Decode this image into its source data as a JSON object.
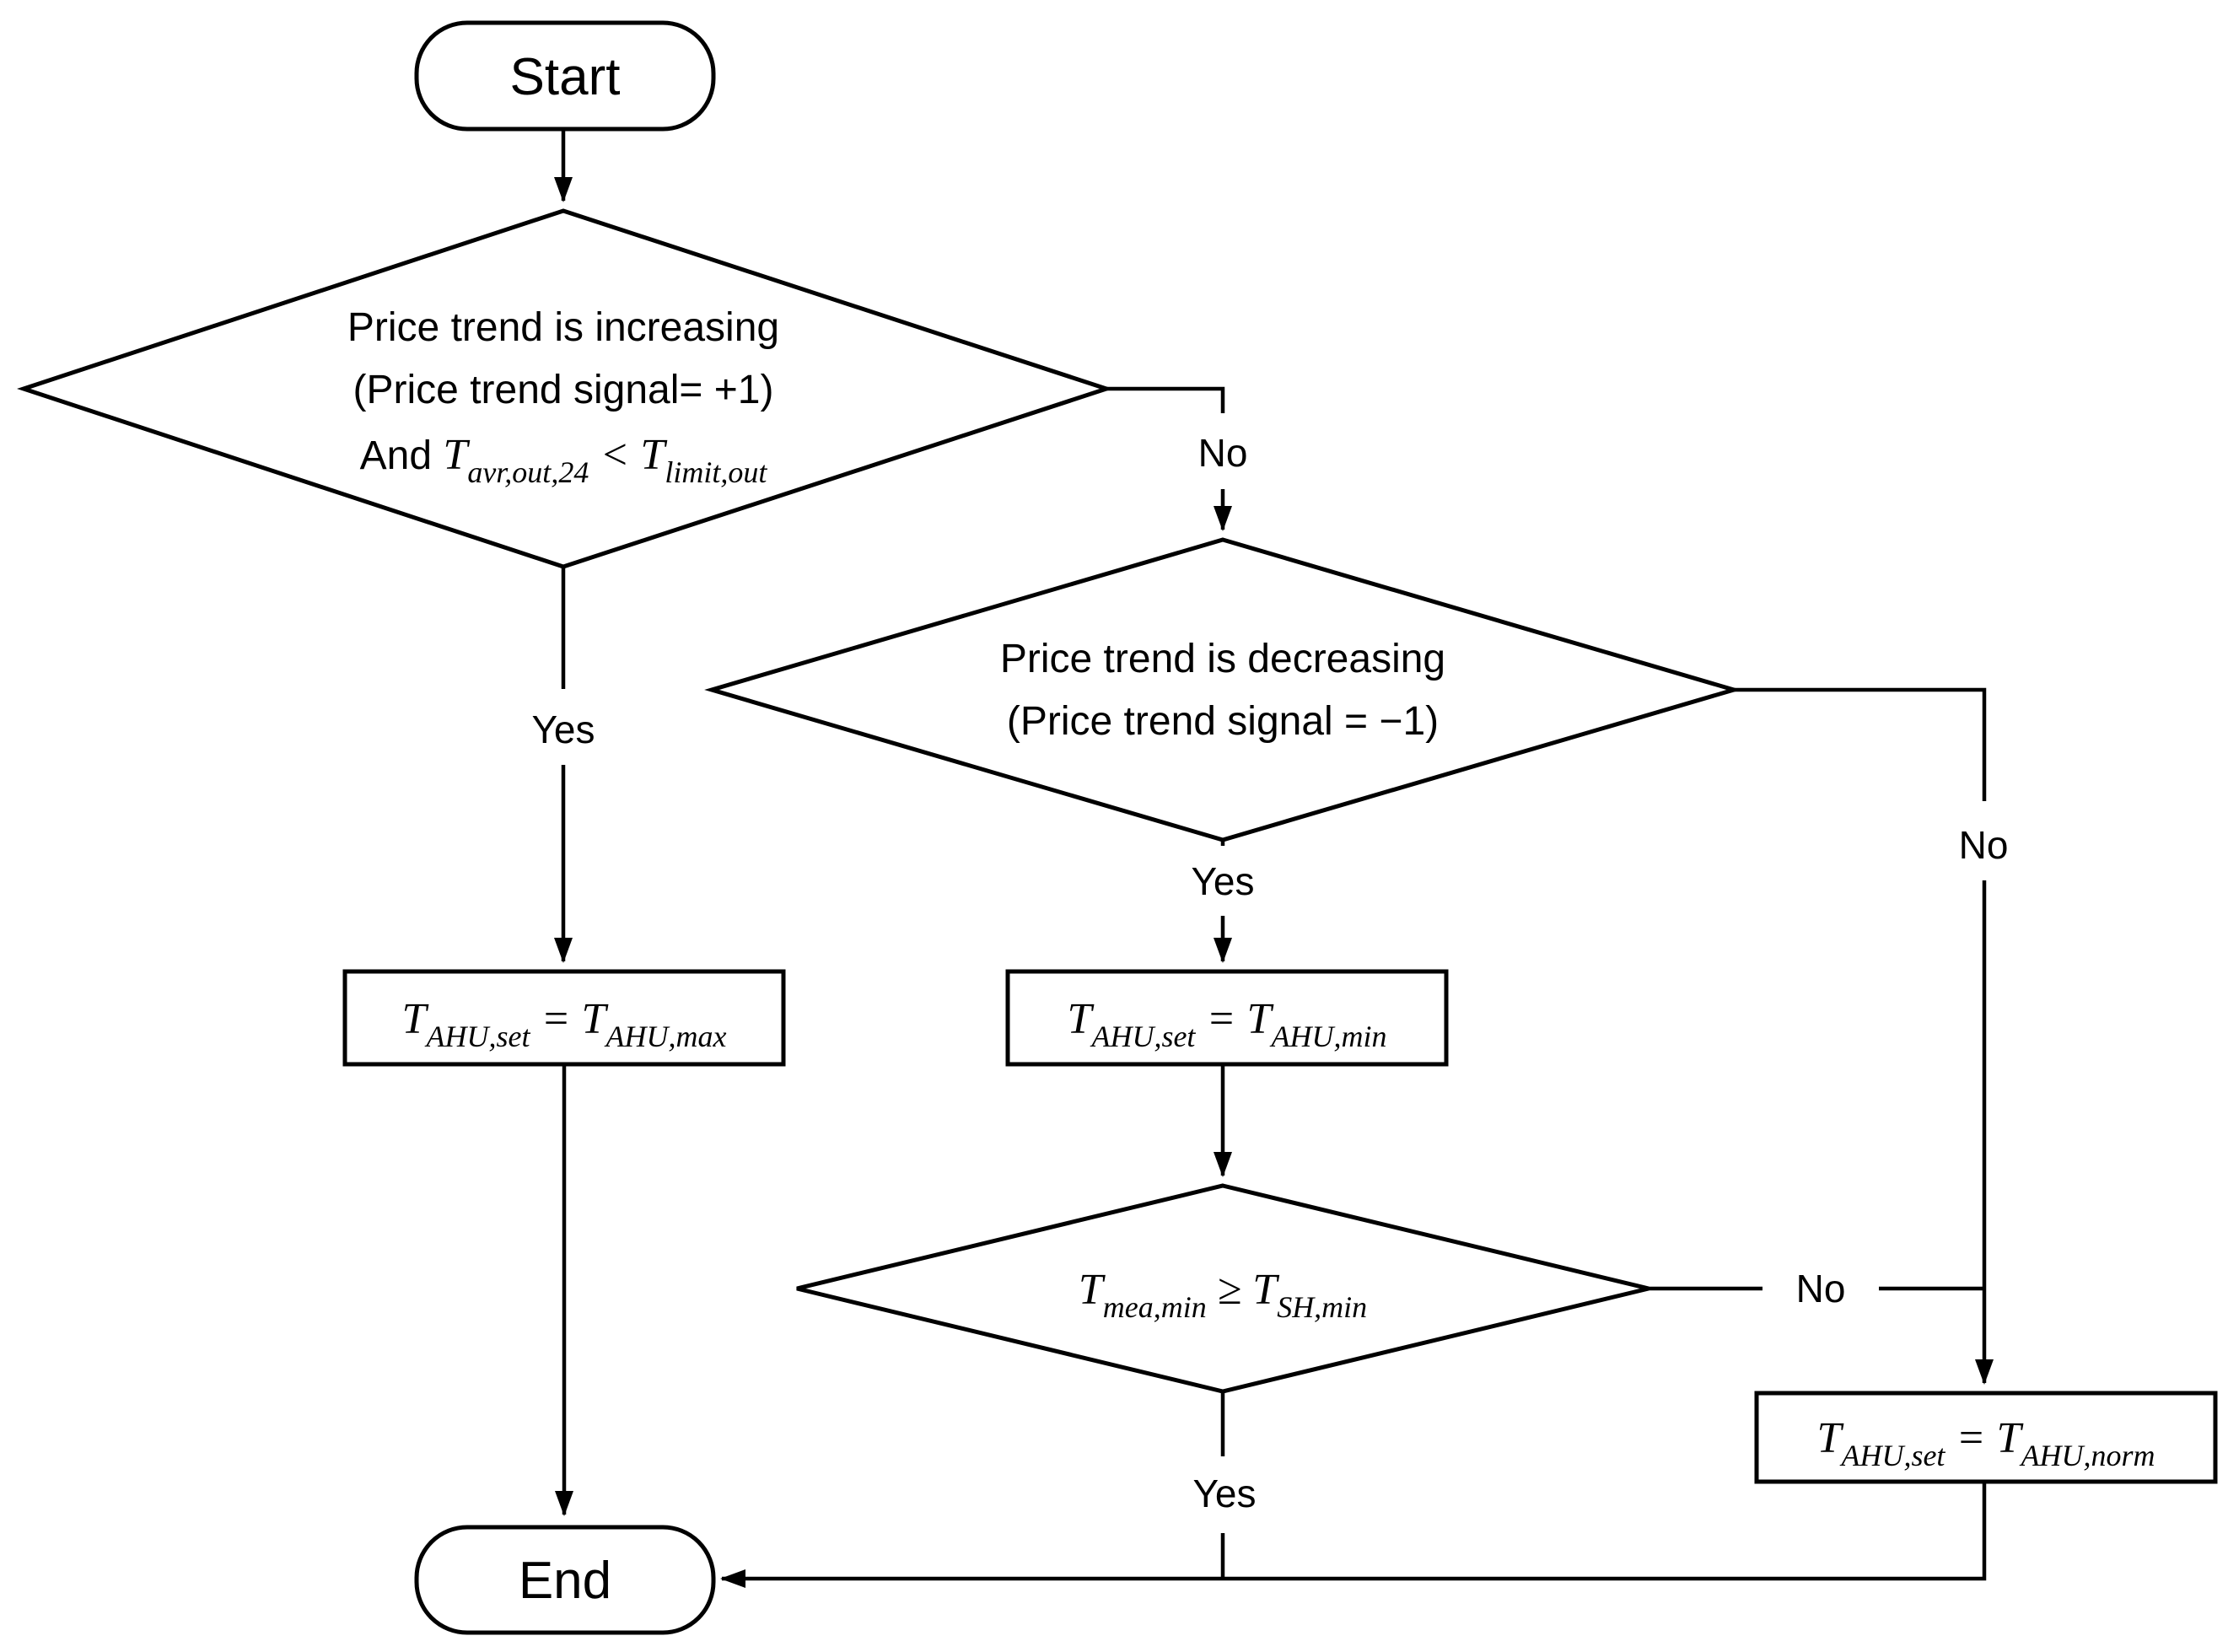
{
  "colors": {
    "background": "#ffffff",
    "line": "#000000",
    "text": "#000000"
  },
  "nodes": {
    "start": {
      "label": "Start"
    },
    "decision_price_increasing": {
      "line1": "Price trend is increasing",
      "line2": "(Price trend signal= +1)",
      "line3_math": [
        {
          "t": "And ",
          "sans": true
        },
        {
          "t": "T"
        },
        {
          "sub": "avr,out,24"
        },
        {
          "t": " < T"
        },
        {
          "sub": "limit,out"
        }
      ]
    },
    "decision_price_decreasing": {
      "line1": "Price trend is decreasing",
      "line2": "(Price trend signal = −1)"
    },
    "decision_temp_check": {
      "math": [
        {
          "t": "T"
        },
        {
          "sub": "mea,min"
        },
        {
          "t": " ≥ T"
        },
        {
          "sub": "SH,min"
        }
      ]
    },
    "process_set_max": {
      "math": [
        {
          "t": "T"
        },
        {
          "sub": "AHU,set"
        },
        {
          "t": " = T"
        },
        {
          "sub": "AHU,max"
        }
      ]
    },
    "process_set_min": {
      "math": [
        {
          "t": "T"
        },
        {
          "sub": "AHU,set"
        },
        {
          "t": " = T"
        },
        {
          "sub": "AHU,min"
        }
      ]
    },
    "process_set_norm": {
      "math": [
        {
          "t": "T"
        },
        {
          "sub": "AHU,set"
        },
        {
          "t": " = T"
        },
        {
          "sub": "AHU,norm"
        }
      ]
    },
    "end": {
      "label": "End"
    }
  },
  "edge_labels": {
    "no_decision1": "No",
    "yes_decision1": "Yes",
    "yes_decision2": "Yes",
    "no_decision2": "No",
    "no_decision3": "No",
    "yes_decision3": "Yes"
  }
}
